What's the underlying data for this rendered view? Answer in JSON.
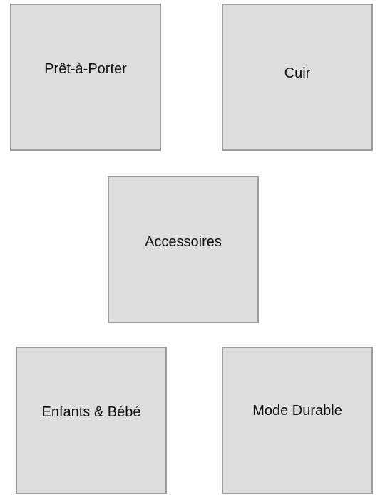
{
  "categories": [
    {
      "label": "Prêt-à-Porter"
    },
    {
      "label": "Cuir"
    },
    {
      "label": "Accessoires"
    },
    {
      "label": "Enfants & Bébé"
    },
    {
      "label": "Mode Durable"
    }
  ],
  "colors": {
    "tile_background": "#dedede",
    "tile_border": "#9c9c9c",
    "text": "#111111",
    "page_background": "#ffffff"
  }
}
